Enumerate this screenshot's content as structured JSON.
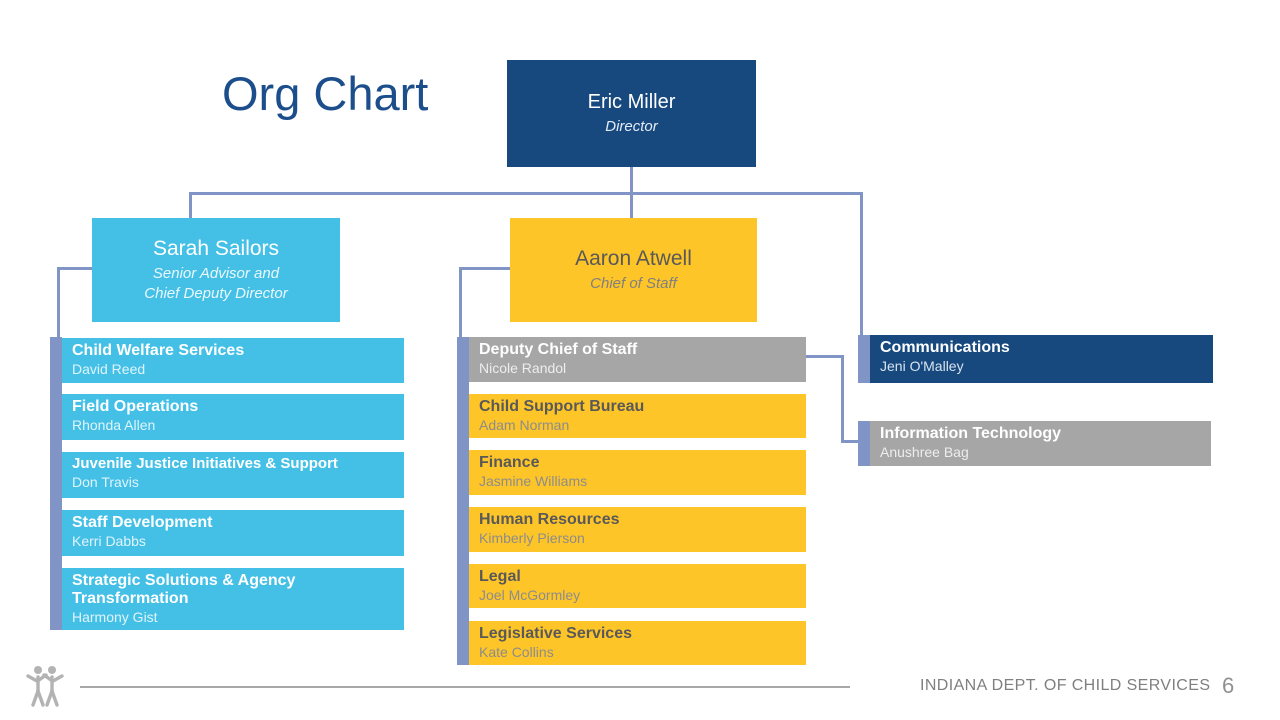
{
  "slide": {
    "title": "Org Chart",
    "footer_text": "INDIANA DEPT. OF CHILD SERVICES",
    "page_number": "6"
  },
  "colors": {
    "dark_blue": "#17497F",
    "light_blue": "#44C0E7",
    "yellow": "#FEC528",
    "gray": "#A6A6A6",
    "connector": "#8094C6",
    "title_blue": "#1D4E8C",
    "footer_gray": "#7F7F7F"
  },
  "org": {
    "director": {
      "name": "Eric Miller",
      "role": "Director"
    },
    "deputies": [
      {
        "name": "Sarah Sailors",
        "role": "Senior Advisor and\nChief Deputy Director"
      },
      {
        "name": "Aaron Atwell",
        "role": "Chief of Staff"
      }
    ],
    "left_column": [
      {
        "dept": "Child Welfare Services",
        "lead": "David Reed"
      },
      {
        "dept": "Field Operations",
        "lead": "Rhonda Allen"
      },
      {
        "dept": "Juvenile Justice Initiatives & Support",
        "lead": "Don Travis"
      },
      {
        "dept": "Staff Development",
        "lead": "Kerri Dabbs"
      },
      {
        "dept": "Strategic Solutions & Agency Transformation",
        "lead": "Harmony Gist"
      }
    ],
    "middle_column": [
      {
        "dept": "Deputy Chief of Staff",
        "lead": "Nicole Randol"
      },
      {
        "dept": "Child Support Bureau",
        "lead": "Adam Norman"
      },
      {
        "dept": "Finance",
        "lead": "Jasmine Williams"
      },
      {
        "dept": "Human Resources",
        "lead": "Kimberly Pierson"
      },
      {
        "dept": "Legal",
        "lead": "Joel McGormley"
      },
      {
        "dept": "Legislative Services",
        "lead": "Kate Collins"
      }
    ],
    "right_column": [
      {
        "dept": "Communications",
        "lead": "Jeni O'Malley"
      },
      {
        "dept": "Information Technology",
        "lead": "Anushree Bag"
      }
    ]
  }
}
